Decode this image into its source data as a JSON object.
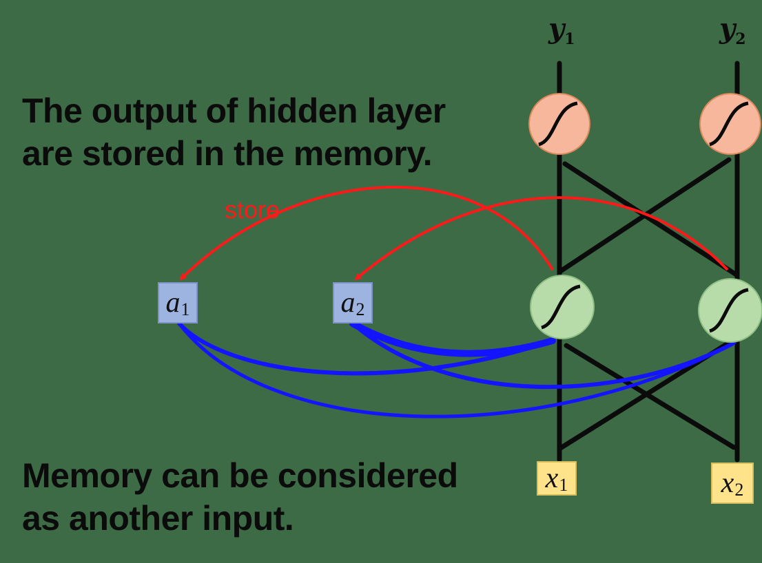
{
  "captions": {
    "top_line1": "The output of hidden layer",
    "top_line2": "are stored in the memory.",
    "bottom_line1": "Memory can be considered",
    "bottom_line2": "as another input."
  },
  "store_label": "store",
  "outputs": [
    {
      "var": "y",
      "sub": "1"
    },
    {
      "var": "y",
      "sub": "2"
    }
  ],
  "memory": [
    {
      "var": "a",
      "sub": "1"
    },
    {
      "var": "a",
      "sub": "2"
    }
  ],
  "inputs": [
    {
      "var": "x",
      "sub": "1"
    },
    {
      "var": "x",
      "sub": "2"
    }
  ],
  "colors": {
    "background": "#3d6b46",
    "text": "#0b0b0b",
    "store_arrow": "#ff1a1a",
    "memory_links": "#1414ff",
    "output_neuron": "#f7b79c",
    "hidden_neuron": "#b7dca9",
    "memory_box": "#9db3e0",
    "input_box": "#ffe38a"
  },
  "icons": {
    "neuron": "sigmoid-icon"
  }
}
